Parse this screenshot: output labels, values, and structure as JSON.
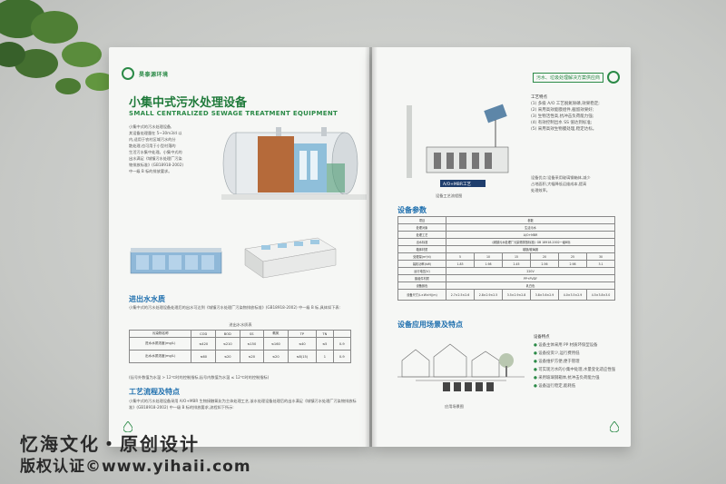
{
  "left_page": {
    "brand": "昊泰源环境",
    "title_cn": "小集中式污水处理设备",
    "title_en": "SMALL CENTRALIZED SEWAGE TREATMENT EQUIPMENT",
    "intro": [
      "小集中式的污水处理设备,",
      "其设备处理量在 5~30m3/d 以",
      "内,适用于农村区域污水的分",
      "散处理,也可用于小型村落的",
      "生活污水集中处理。小集中式的",
      "出水满足《城镇污水处理厂污染",
      "物排放标准》(GB18918-2002)",
      "中一级 B 标的排放要求。"
    ],
    "section1": "进出水水质",
    "section1_text": "小集中式的污水处理设备处理后的出水可达到《城镇污水处理厂污染物排放标准》(GB18918-2002) 中一级 B 标,具体如下表:",
    "table_caption": "进出水水质表",
    "water_table": {
      "headers": [
        "污染物名称",
        "COD",
        "BOD",
        "SS",
        "氨氮",
        "TP",
        "TN"
      ],
      "rows": [
        [
          "进水水质浓度(mg/L)",
          "≤420",
          "≤210",
          "≤150",
          "≤160",
          "≤40",
          "≤5",
          "0-9"
        ],
        [
          "出水水质浓度(mg/L)",
          "≤60",
          "≤20",
          "≤20",
          "≤20",
          "≤8(15)",
          "1",
          "0-9"
        ]
      ]
    },
    "table_note": "(括号外数值为水温 > 12℃时的控制指标,括号内数值为水温 ≤ 12℃时的控制指标)",
    "section2": "工艺流程及特点",
    "section2_text": [
      "小集中式的污水处理设备采用 A/O+MBR 生物接触氧化为主体处理工艺,该水处理设备处理后的出水满足《城镇污水处理厂污染物排放标准》(GB18918-2002) 中一级 B 标的排放要求,流程如下所示:"
    ]
  },
  "right_page": {
    "header_tag": "污水、垃圾处理解决方案供应商",
    "process_title": "工艺特点",
    "process_points": [
      "(1) 多级 A/O 工艺脱氮除磷,效果稳定;",
      "(2) 采用高效能膜组件,截留效果好;",
      "(3) 生物活性高,抗冲击负荷能力强;",
      "(4) 有效控制出水 SS 值达到标准;",
      "(5) 采用高效生物膜处理,稳定达标。"
    ],
    "diagram_label": "A/O+MBR工艺",
    "diagram_caption": "设备工艺流程图",
    "disinfect_text": [
      "设备优点:设备采用玻璃钢箱体,减少",
      "占地面积,大幅降低运维成本,提高",
      "处理效率。"
    ],
    "section3": "设备参数",
    "param_table": {
      "head": [
        "项目",
        "参数"
      ],
      "rows": [
        [
          "处理对象",
          "生活污水"
        ],
        [
          "处理工艺",
          "A/O+MBR"
        ],
        [
          "出水标准",
          "《城镇污水处理厂污染物排放标准》GB 18918-2002一级B标"
        ],
        [
          "箱体材质",
          "碳钢/玻璃钢"
        ],
        [
          "处理量(m³/d)",
          "5",
          "10",
          "15",
          "20",
          "25",
          "30"
        ],
        [
          "装机功率(kW)",
          "1.83",
          "1.98",
          "2.45",
          "2.56",
          "2.98",
          "3.1"
        ],
        [
          "运行电压(V)",
          "220V"
        ],
        [
          "膜组件材质",
          "PP+PVDF"
        ],
        [
          "设备颜色",
          "乳白色"
        ],
        [
          "设备尺寸(L×W×H)(m)",
          "2.7×2.5×2.6",
          "2.8×2.9×2.5",
          "3.5×2.9×2.8",
          "3.8×3.6×2.9",
          "4.0×3.5×2.9",
          "4.5×3.8×3.0"
        ]
      ]
    },
    "section4": "设备应用场景及特点",
    "app_caption": "应用场景图",
    "features_title": "设备特点",
    "features": [
      "设备主体采用 PP 材质环保型设备",
      "设备投资少,运行费用低",
      "设备维护方便,便于管理",
      "可实现污水的小集中处理,水量变化适应性强",
      "采用玻璃钢箱体,抗冲击负荷能力强",
      "设备运行稳定,能耗低"
    ]
  },
  "watermark": {
    "line1": "忆海文化・原创设计",
    "line2": "版权认证©www.yihaii.com"
  },
  "colors": {
    "brand_green": "#2b8a47",
    "section_blue": "#1e6fae",
    "page": "#f6f7f5"
  }
}
